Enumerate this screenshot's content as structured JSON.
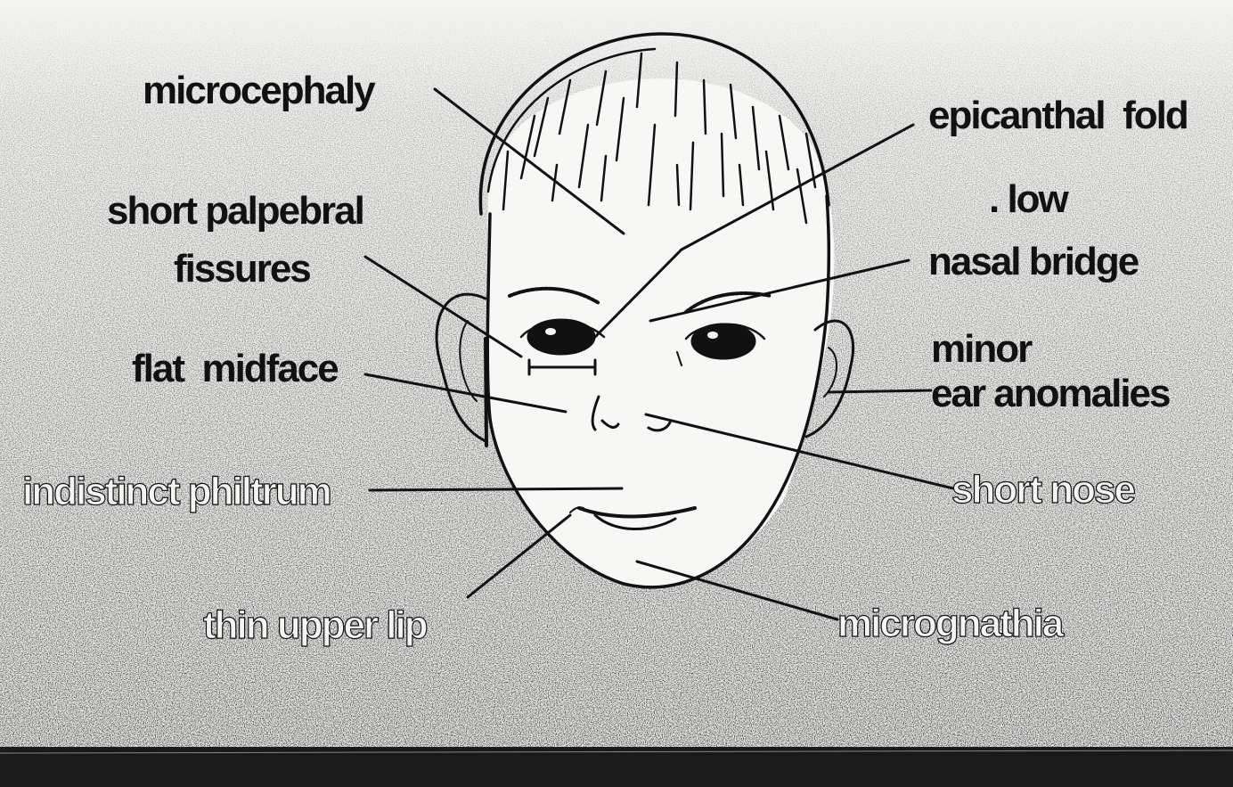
{
  "labels": {
    "microcephaly": "microcephaly",
    "epicanthal_fold": "epicanthal  fold",
    "short_palpebral": "short palpebral",
    "fissures": "fissures",
    "low": ". low",
    "nasal_bridge": "nasal bridge",
    "flat_midface": "flat  midface",
    "minor": "minor",
    "ear_anomalies": "ear anomalies",
    "indistinct_philtrum": "indistinct philtrum",
    "short_nose": "short nose",
    "thin_upper_lip": "thin upper lip",
    "micrognathia": "micrognathia"
  }
}
